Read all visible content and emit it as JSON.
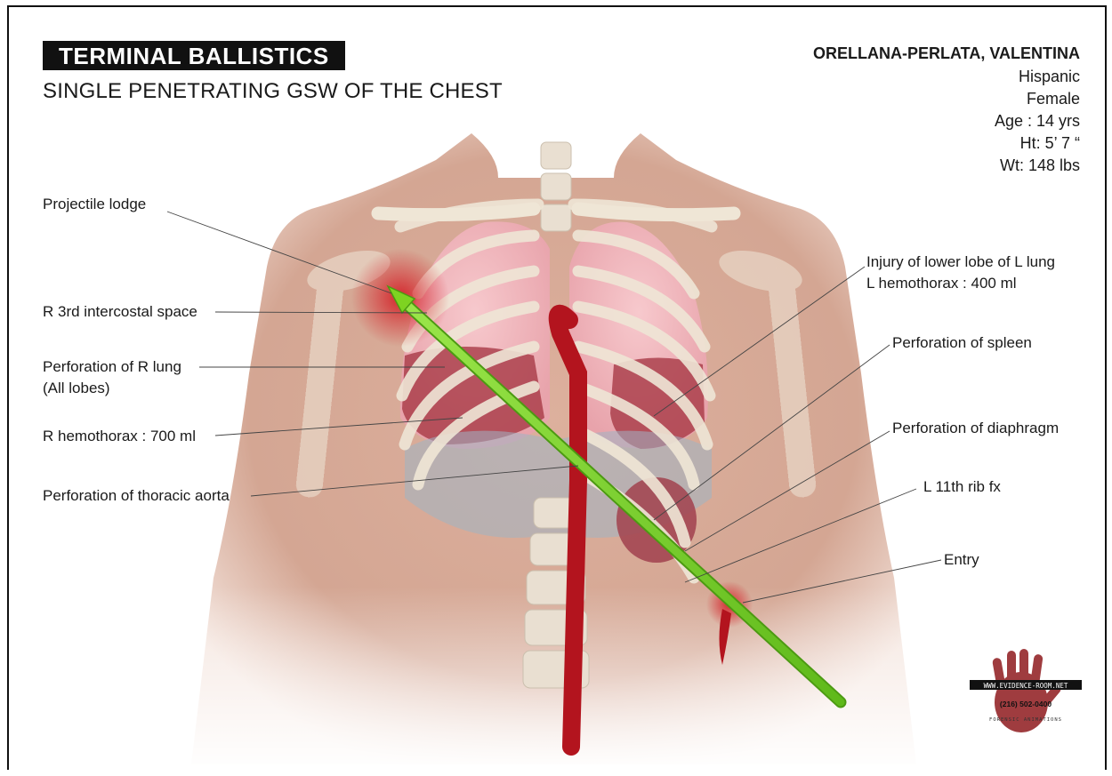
{
  "header": {
    "title": "TERMINAL BALLISTICS",
    "subtitle": "SINGLE PENETRATING GSW OF THE CHEST"
  },
  "patient": {
    "name": "ORELLANA-PERLATA, VALENTINA",
    "ethnicity": "Hispanic",
    "sex": "Female",
    "age": "Age : 14 yrs",
    "height": "Ht: 5’ 7 “",
    "weight": "Wt: 148 lbs"
  },
  "labels": {
    "projectile_lodge": "Projectile lodge",
    "r_intercostal": "R 3rd intercostal space",
    "r_lung_1": "Perforation of R lung",
    "r_lung_2": "(All lobes)",
    "r_hemothorax": "R hemothorax : 700 ml",
    "thoracic_aorta": "Perforation of thoracic aorta",
    "l_lung_1": "Injury of lower lobe of L lung",
    "l_lung_2": "L hemothorax : 400 ml",
    "spleen": "Perforation of spleen",
    "diaphragm": "Perforation of diaphragm",
    "rib": "L 11th rib fx",
    "entry": "Entry"
  },
  "logo": {
    "url_text": "WWW.EVIDENCE-ROOM.NET",
    "phone": "(216) 502-0400",
    "tagline": "FORENSIC ANIMATIONS"
  },
  "colors": {
    "projectile": "#7ed321",
    "blood": "#b3141e",
    "lung": "#f4b6bd",
    "skin": "#d8a58d"
  }
}
